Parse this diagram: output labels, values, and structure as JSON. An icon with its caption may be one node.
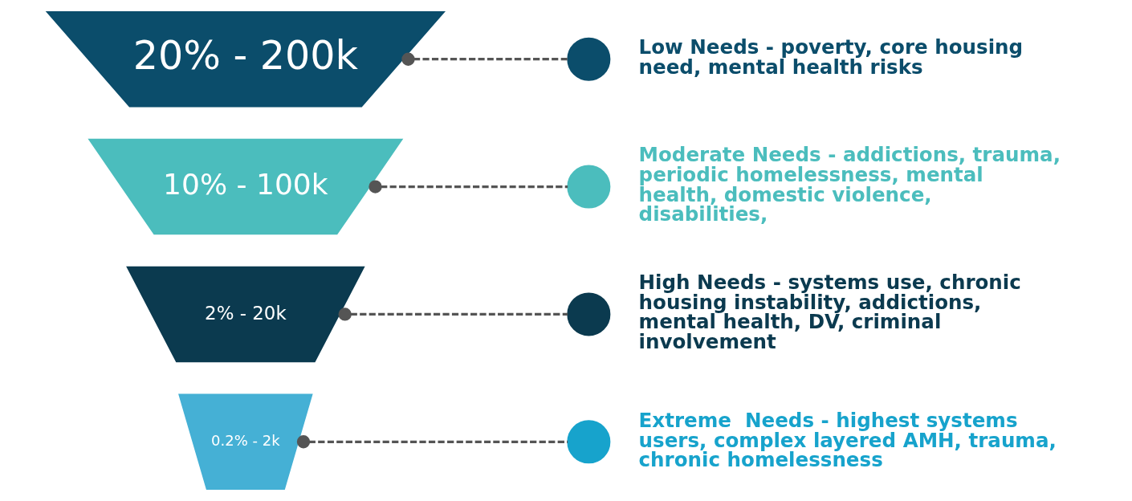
{
  "diagram": {
    "nodes": [
      {
        "text": [
          "20% - 200k"
        ]
      },
      {
        "text": [
          "10% - 100k"
        ]
      },
      {
        "text": [
          "2% - 20k"
        ]
      },
      {
        "text": [
          "0.2% - 2k"
        ]
      },
      {
        "text": [],
        "shape": "circle",
        "beside": [
          "Low Needs - poverty, core housing need, mental health risks"
        ]
      },
      {
        "text": [],
        "shape": "circle",
        "beside": [
          "Moderate Needs - addictions, trauma, periodic homelessness, mental health, domestic violence, disabilities,"
        ]
      },
      {
        "text": [],
        "shape": "circle",
        "beside": [
          "High Needs - systems use, chronic housing instability, addictions, mental health, DV, criminal involvement"
        ]
      },
      {
        "text": [],
        "shape": "circle",
        "beside": [
          "Extreme  Needs - highest systems users, complex layered AMH, trauma, chronic homelessness"
        ]
      }
    ],
    "edges": [
      {
        "from": 0,
        "to": 4,
        "arrow": "other",
        "style": "dashed"
      },
      {
        "from": 1,
        "to": 5,
        "arrow": "other",
        "style": "dashed"
      },
      {
        "from": 2,
        "to": 6,
        "arrow": "other",
        "style": "dashed"
      },
      {
        "from": 3,
        "to": 7,
        "arrow": "other",
        "style": "dashed"
      }
    ]
  }
}
